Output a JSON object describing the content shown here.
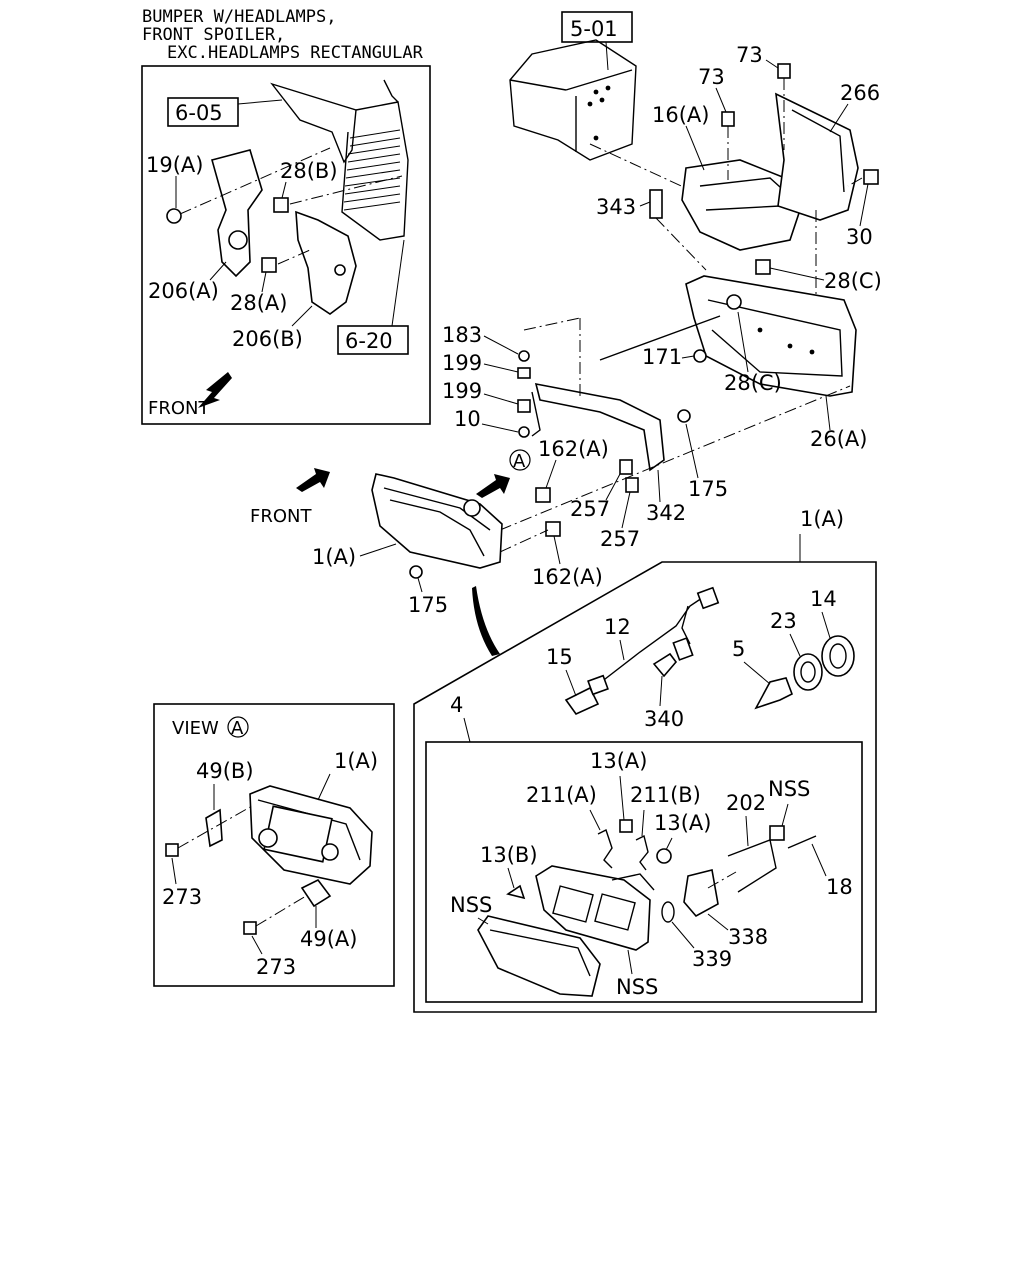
{
  "header": {
    "line1": "BUMPER W/HEADLAMPS,",
    "line2": "FRONT SPOILER,",
    "line3": "EXC.HEADLAMPS RECTANGULAR"
  },
  "refs": {
    "r501": "5-01",
    "r605": "6-05",
    "r620": "6-20"
  },
  "inset_top": {
    "front": "FRONT",
    "labels": {
      "l19a": "19(A)",
      "l28b": "28(B)",
      "l206a": "206(A)",
      "l28a": "28(A)",
      "l206b": "206(B)"
    }
  },
  "main_labels": {
    "l73a": "73",
    "l73b": "73",
    "l266": "266",
    "l16a": "16(A)",
    "l343": "343",
    "l30": "30",
    "l28c1": "28(C)",
    "l183": "183",
    "l199a": "199",
    "l199b": "199",
    "l10": "10",
    "l171": "171",
    "l28c2": "28(C)",
    "l26a": "26(A)",
    "l162a1": "162(A)",
    "l175a": "175",
    "l257a": "257",
    "l342": "342",
    "l257b": "257",
    "l1a1": "1(A)",
    "l162a2": "162(A)",
    "l175b": "175",
    "front": "FRONT",
    "circle_a": "A"
  },
  "inset_lamp": {
    "title": "1(A)",
    "labels": {
      "l14": "14",
      "l12": "12",
      "l23": "23",
      "l15": "15",
      "l5": "5",
      "l340": "340",
      "l4": "4",
      "l13a1": "13(A)",
      "l211a": "211(A)",
      "l211b": "211(B)",
      "l13a2": "13(A)",
      "l202": "202",
      "lnss1": "NSS",
      "l13b": "13(B)",
      "l18": "18",
      "lnss2": "NSS",
      "l338": "338",
      "l339": "339",
      "lnss3": "NSS"
    }
  },
  "inset_view": {
    "view": "VIEW",
    "circle_a": "A",
    "labels": {
      "l49b": "49(B)",
      "l1a": "1(A)",
      "l273a": "273",
      "l49a": "49(A)",
      "l273b": "273"
    }
  }
}
